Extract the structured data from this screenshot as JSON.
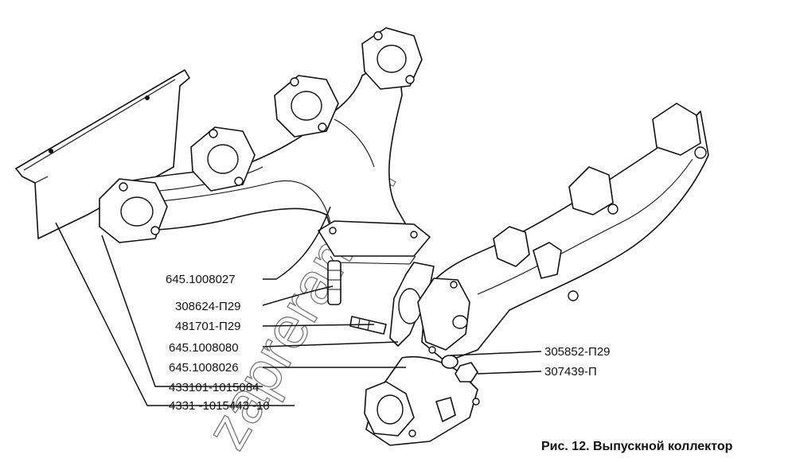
{
  "watermark": "zapreram.ru",
  "labels": {
    "l1": "645.1008027",
    "l2": "308624-П29",
    "l3": "481701-П29",
    "l4": "645.1008080",
    "l5": "645.1008026",
    "l6": "433101-1015084",
    "l7": "4331 -1015443 -10",
    "r1": "305852-П29",
    "r2": "307439-П"
  },
  "caption": "Рис. 12. Выпускной коллектор"
}
